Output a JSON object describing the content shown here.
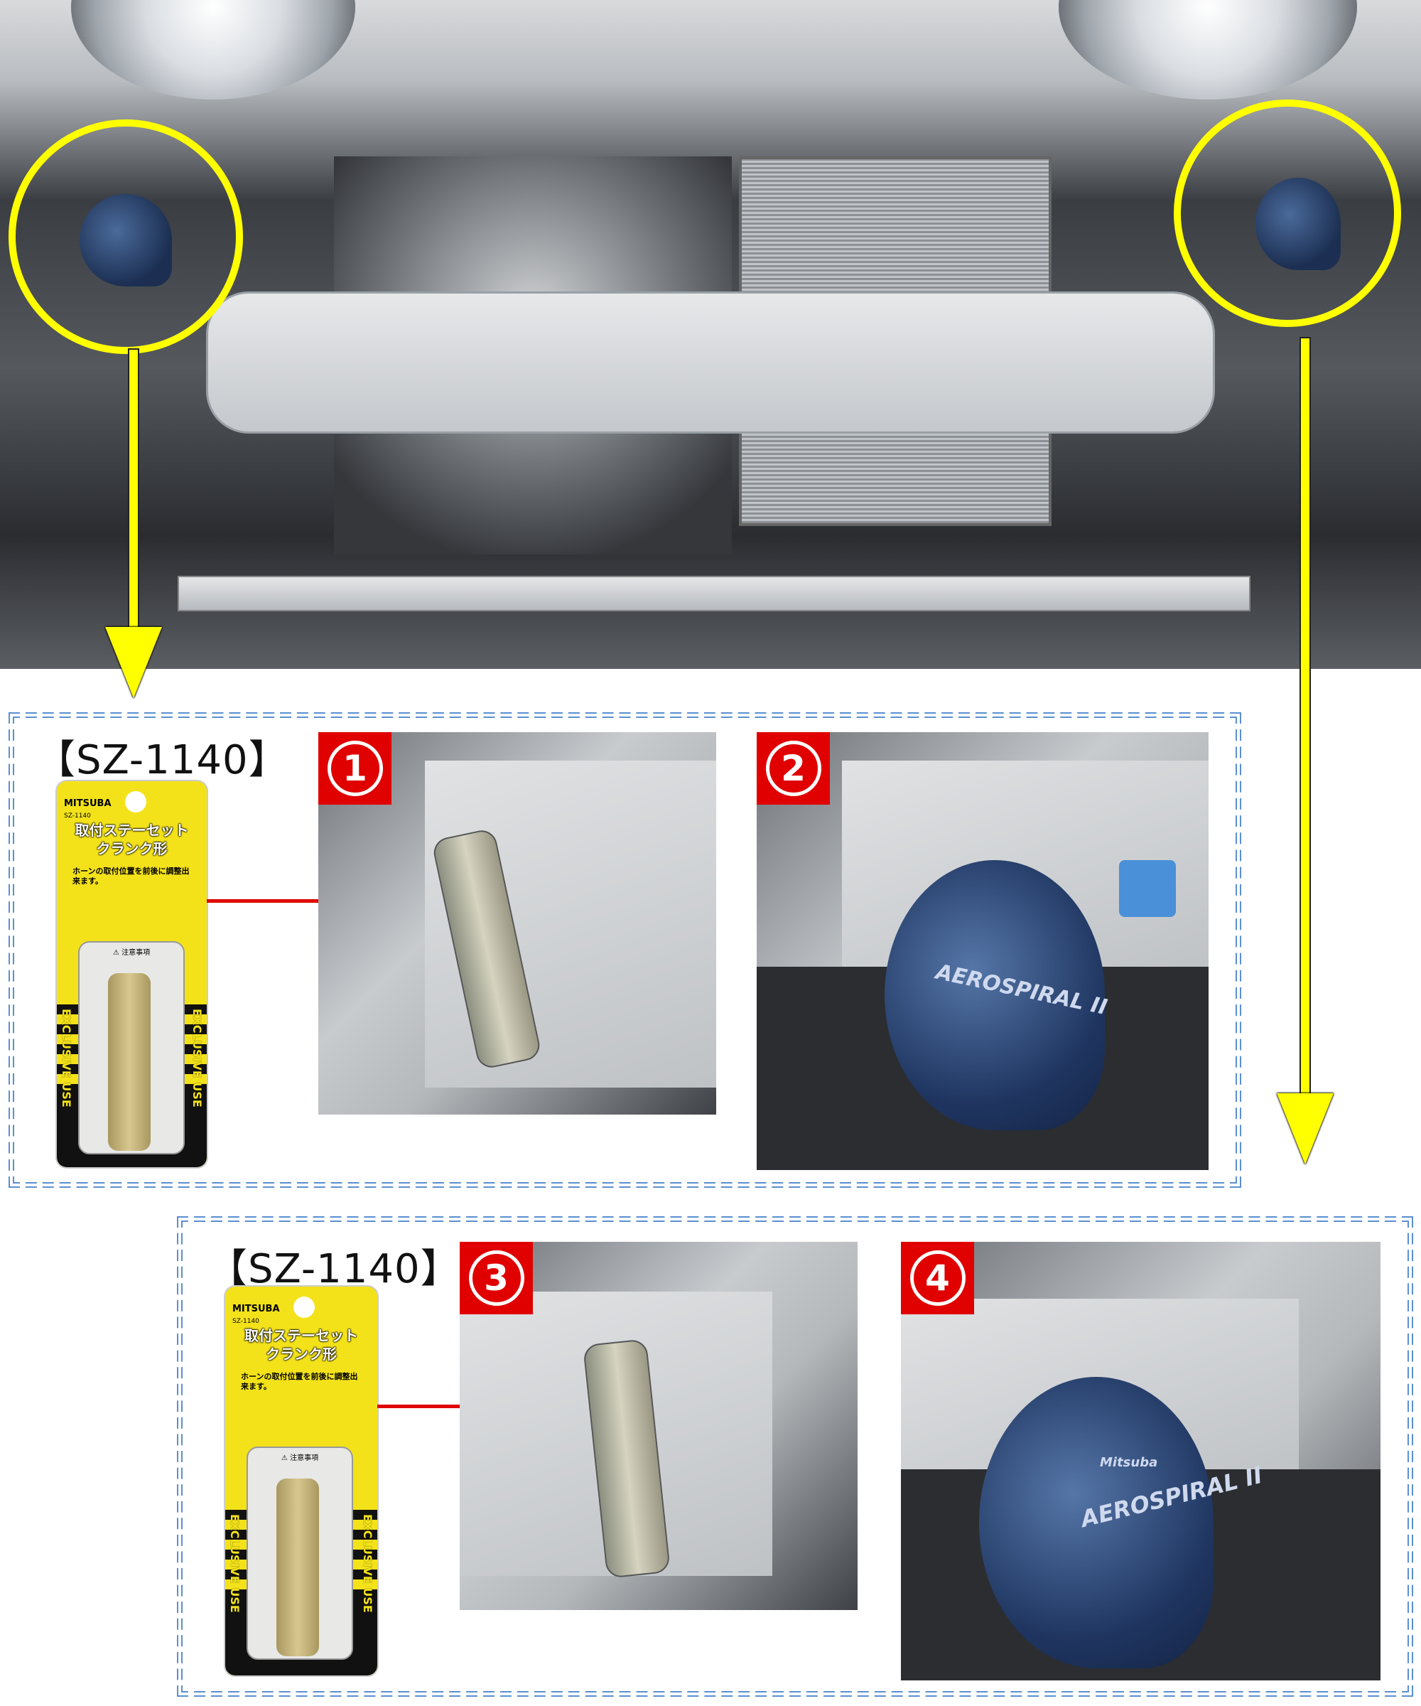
{
  "labels": {
    "part_code_1": "【SZ-1140】",
    "part_code_2": "【SZ-1140】"
  },
  "package": {
    "brand": "MITSUBA",
    "code": "SZ-1140",
    "title_line1": "取付ステーセット",
    "title_line2": "クランク形",
    "description": "ホーンの取付位置を前後に調整出来ます。",
    "caution": "⚠ 注意事項",
    "side_text": "EXCLUSIVE USE"
  },
  "steps": [
    {
      "number": "1"
    },
    {
      "number": "2"
    },
    {
      "number": "3"
    },
    {
      "number": "4"
    }
  ],
  "horn": {
    "maker": "Mitsuba",
    "model": "AEROSPIRAL II"
  },
  "colors": {
    "highlight": "#ffff00",
    "step_badge": "#e00000",
    "dashed_border": "#5b8fd0"
  }
}
